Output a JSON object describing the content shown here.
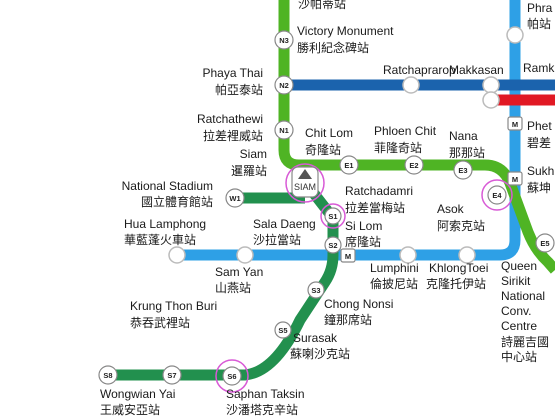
{
  "lines": {
    "sukhumvit_color": "#4fb424",
    "silom_color": "#22904e",
    "mrt_color": "#1b63ad",
    "airport_color": "#e11924",
    "underground_color": "#2ea0e6",
    "highlight_color": "#d85ad6"
  },
  "stations": {
    "victory_monument": {
      "en": "Victory Monument",
      "th": "勝利紀念碑站",
      "code": "N3"
    },
    "phaya_thai": {
      "en": "Phaya Thai",
      "th": "帕亞泰站",
      "code": "N2"
    },
    "ratchaprarop": {
      "en": "Ratchaprarop"
    },
    "makkasan": {
      "en": "Makkasan"
    },
    "ratchathewi": {
      "en": "Ratchathewi",
      "th": "拉差裡威站",
      "code": "N1"
    },
    "chit_lom": {
      "en": "Chit Lom",
      "th": "奇隆站",
      "code": "E1"
    },
    "phloen_chit": {
      "en": "Phloen Chit",
      "th": "菲隆奇站",
      "code": "E2"
    },
    "nana": {
      "en": "Nana",
      "th": "那那站",
      "code": "E3"
    },
    "asok": {
      "en": "Asok",
      "th": "阿索克站",
      "code": "E4"
    },
    "siam": {
      "en": "Siam",
      "th": "暹羅站",
      "code": "SIAM"
    },
    "national_stadium": {
      "en": "National Stadium",
      "th": "國立體育館站",
      "code": "W1"
    },
    "ratchadamri": {
      "en": "Ratchadamri",
      "th": "拉差當梅站",
      "code": "S1"
    },
    "sala_daeng": {
      "en": "Sala Daeng",
      "th": "沙拉當站",
      "code": "S2"
    },
    "si_lom": {
      "en": "Si Lom",
      "th": "席隆站",
      "code": "M"
    },
    "hua_lamphong": {
      "en": "Hua Lamphong",
      "th": "華藍蓬火車站"
    },
    "sam_yan": {
      "en": "Sam Yan",
      "th": "山燕站"
    },
    "lumphini": {
      "en": "Lumphini",
      "th": "倫披尼站"
    },
    "khlong_toei": {
      "en": "KhlongToei",
      "th": "克隆托伊站"
    },
    "queen_sirikit": {
      "en_lines": [
        "Queen",
        "Sirikit",
        "National",
        "Conv.",
        "Centre"
      ],
      "th_lines": [
        "詩麗吉國",
        "中心站"
      ]
    },
    "chong_nonsi": {
      "en": "Chong Nonsi",
      "th": "鐘那席站",
      "code": "S3"
    },
    "krung_thon_buri": {
      "en": "Krung Thon Buri",
      "th": "恭吞武裡站"
    },
    "surasak": {
      "en": "Surasak",
      "th": "蘇喇沙克站",
      "code": "S5"
    },
    "wongwian_yai": {
      "en": "Wongwian Yai",
      "th": "王威安亞站",
      "code": "S7"
    },
    "saphan_taksin": {
      "en": "Saphan Taksin",
      "th": "沙潘塔克辛站",
      "code": "S6"
    },
    "s8": {
      "code": "S8"
    },
    "e5": {
      "code": "E5"
    },
    "m_marker": {
      "code": "M"
    },
    "top_station": {
      "th": "沙帕蒂站"
    },
    "phrom_phong_partial": {
      "en": "Phra",
      "th": "帕站"
    },
    "ramkhamhaeng_partial": {
      "en": "Ramk"
    },
    "phetchaburi_partial": {
      "en": "Phet",
      "th": "碧差"
    },
    "sukhumvit_partial": {
      "en": "Sukh",
      "th": "蘇坤"
    }
  }
}
